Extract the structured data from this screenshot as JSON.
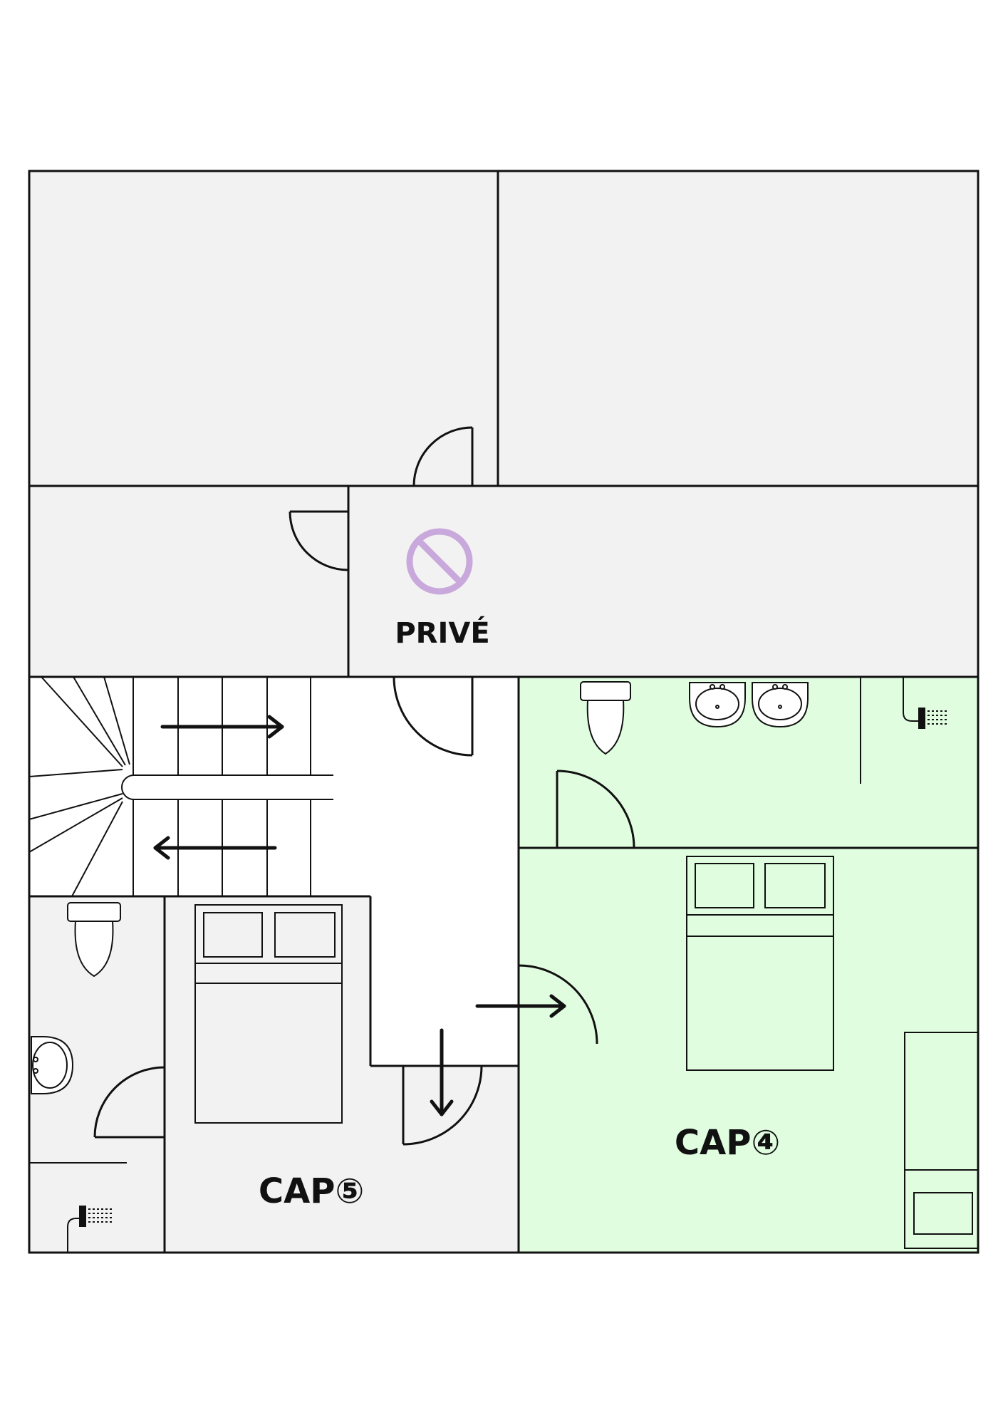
{
  "labels": {
    "private_room": "PRIVÉ",
    "room_5": "CAP⑤",
    "room_4": "CAP④"
  },
  "rooms": [
    {
      "id": "private-zone",
      "status": "private"
    },
    {
      "id": "room-cap-5",
      "label_ref": "room_5"
    },
    {
      "id": "room-cap-4",
      "label_ref": "room_4",
      "highlighted": true
    }
  ],
  "icons": [
    "no-entry-icon",
    "toilet-icon",
    "sink-icon",
    "double-sink-icon",
    "shower-icon",
    "double-bed-icon",
    "single-bed-icon",
    "arrow-icon",
    "door-icon",
    "staircase-icon"
  ],
  "colors": {
    "wall": "#111111",
    "room_fill": "#f2f2f2",
    "hall_fill": "#ffffff",
    "highlight_fill": "#e0fde0",
    "no_entry": "#c9a8dc",
    "text": "#111111"
  }
}
